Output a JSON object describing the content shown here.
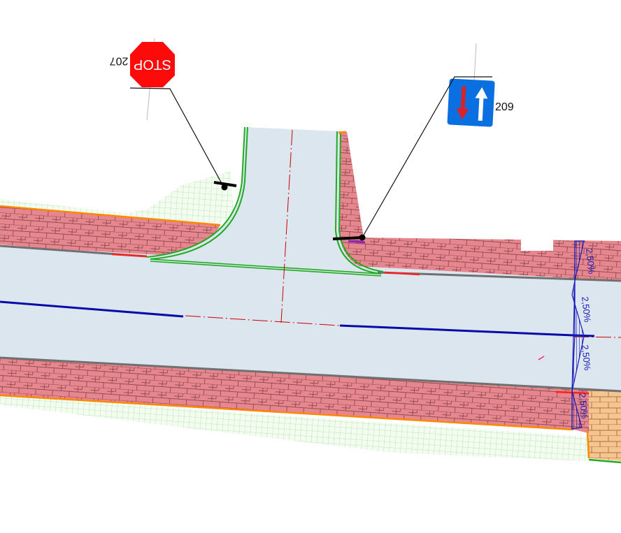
{
  "signs": {
    "stop": {
      "label": "STOP",
      "number": "207",
      "color": "#ff0a0a"
    },
    "priority": {
      "number": "209",
      "color": "#0a6fe0",
      "arrow_down_color": "#d8232a",
      "arrow_up_color": "#ffffff"
    }
  },
  "slope_labels": [
    "2,50%",
    "2,50%",
    "2,50%",
    "2,50%"
  ],
  "colors": {
    "road": "#dbe6ee",
    "sidewalk": "#e6868e",
    "sidewalk_alt": "#f6c48e",
    "grass": "#c8f0c0",
    "curb": "#22aa22",
    "edge": "#ff8800",
    "centerline": "#cc0000",
    "lane": "#0a0aa8"
  }
}
